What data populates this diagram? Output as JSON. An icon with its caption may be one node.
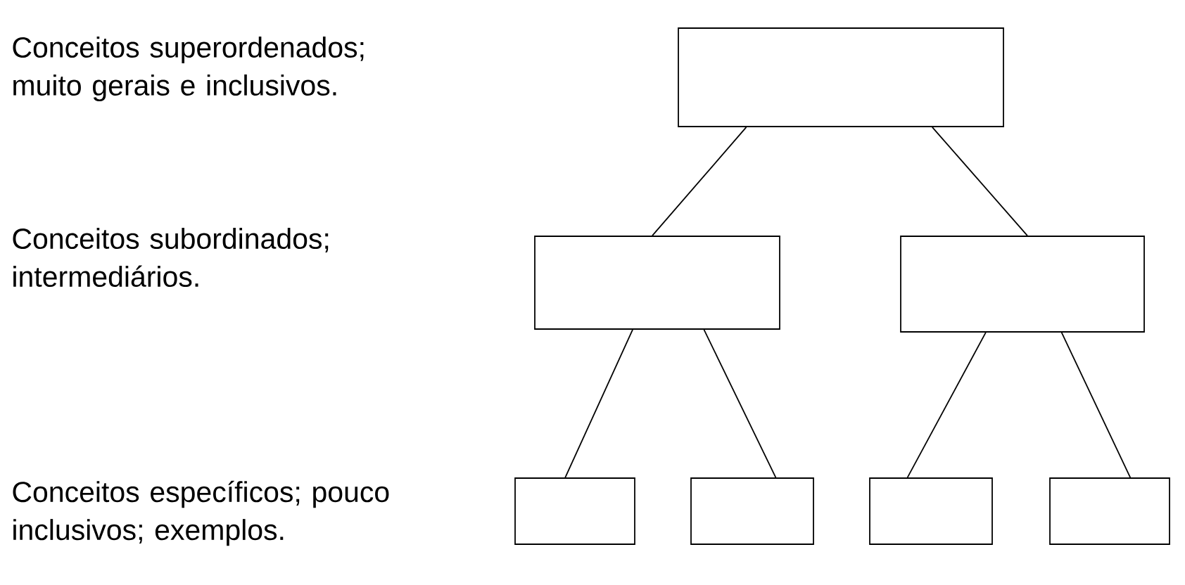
{
  "diagram": {
    "nodes": [
      {
        "text": [],
        "shape": "box"
      },
      {
        "text": [],
        "shape": "box"
      },
      {
        "text": [],
        "shape": "box"
      },
      {
        "text": [],
        "shape": "box"
      },
      {
        "text": [],
        "shape": "box"
      },
      {
        "text": [],
        "shape": "box"
      },
      {
        "text": [],
        "shape": "box"
      }
    ],
    "edges": [
      {
        "from": 0,
        "to": 1,
        "arrow": "none"
      },
      {
        "from": 0,
        "to": 2,
        "arrow": "none"
      },
      {
        "from": 1,
        "to": 3,
        "arrow": "none"
      },
      {
        "from": 1,
        "to": 4,
        "arrow": "none"
      },
      {
        "from": 2,
        "to": 5,
        "arrow": "none"
      },
      {
        "from": 2,
        "to": 6,
        "arrow": "none"
      }
    ],
    "labels": [
      "Conceitos superordenados; muito gerais e inclusivos.",
      "Conceitos subordinados; intermediários.",
      "Conceitos específicos; pouco inclusivos; exemplos."
    ]
  }
}
